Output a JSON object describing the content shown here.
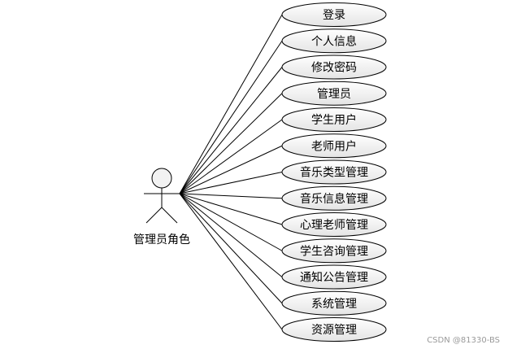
{
  "actor": {
    "label": "管理员角色"
  },
  "use_cases": [
    "登录",
    "个人信息",
    "修改密码",
    "管理员",
    "学生用户",
    "老师用户",
    "音乐类型管理",
    "音乐信息管理",
    "心理老师管理",
    "学生咨询管理",
    "通知公告管理",
    "系统管理",
    "资源管理"
  ],
  "watermark": "CSDN @81330-BS",
  "colors": {
    "stroke": "#000000",
    "ellipse_fill_top": "#ffffff",
    "ellipse_fill_bottom": "#e6e6e6",
    "watermark": "#9a9a9a"
  }
}
